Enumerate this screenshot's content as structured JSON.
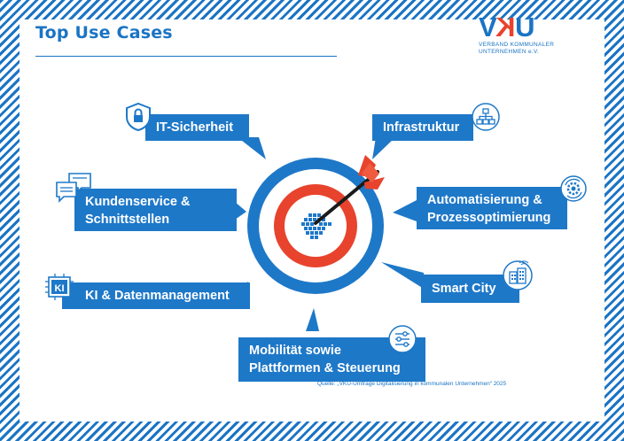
{
  "title": "Top Use Cases",
  "logo": {
    "mark_left": "V",
    "mark_mid": "K",
    "mark_right": "U",
    "line1": "VERBAND KOMMUNALER",
    "line2": "UNTERNEHMEN e.V."
  },
  "use_cases": {
    "it_sicherheit": "IT-Sicherheit",
    "infrastruktur": "Infrastruktur",
    "kundenservice_1": "Kundenservice &",
    "kundenservice_2": "Schnittstellen",
    "automatisierung_1": "Automatisierung &",
    "automatisierung_2": "Prozessoptimierung",
    "ki": "KI & Datenmanagement",
    "smart_city": "Smart City",
    "mobilitaet_1": "Mobilität sowie",
    "mobilitaet_2": "Plattformen & Steuerung"
  },
  "ki_badge": "KI",
  "source": "Quelle: „VKU-Umfrage Digitalisierung in kommunalen Unternehmen“ 2025",
  "colors": {
    "blue": "#1e78c8",
    "red": "#e8432d",
    "light_blue": "#2f8fe0"
  }
}
